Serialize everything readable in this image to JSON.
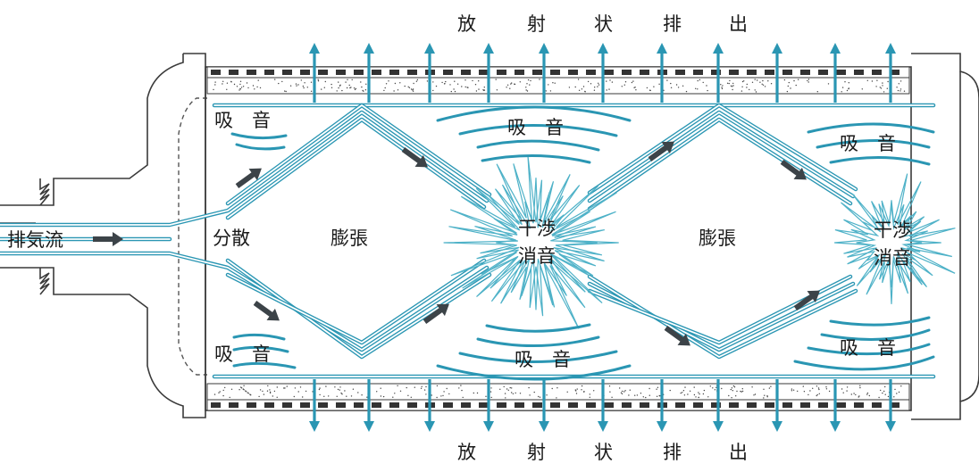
{
  "labels": {
    "radial_discharge_top": [
      "放",
      "射",
      "状",
      "排",
      "出"
    ],
    "radial_discharge_bottom": [
      "放",
      "射",
      "状",
      "排",
      "出"
    ],
    "inlet": "排気流",
    "disperse": "分散",
    "expansion_1": "膨張",
    "expansion_2": "膨張",
    "interference_1": [
      "干渉",
      "消音"
    ],
    "interference_2": [
      "干渉",
      "消音"
    ],
    "absorption": "吸　音"
  },
  "colors": {
    "flow": "#2a96b3",
    "burst": "#4fb2c8",
    "dark_arrow": "#3c4348",
    "outline": "#3a3a3a"
  }
}
